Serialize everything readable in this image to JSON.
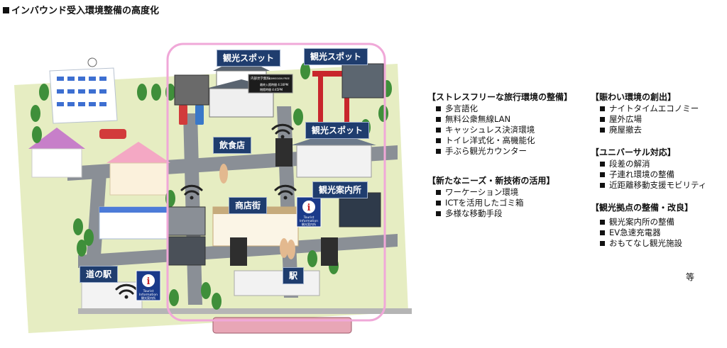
{
  "title": "インバウンド受入環境整備の高度化",
  "map": {
    "labels": {
      "spot1": "観光スポット",
      "spot2": "観光スポット",
      "spot3": "観光スポット",
      "restaurant": "飲食店",
      "info_center": "観光案内所",
      "shopping": "商店街",
      "michinoeki": "道の駅",
      "station": "駅"
    },
    "sign": {
      "line1": "内部見学無料",
      "line2": "ADMISSION FREE",
      "line3": "最終入館時間 4:30PM",
      "line4": "閉館時間 4:45PM"
    },
    "info_sign": {
      "letter": "i",
      "line1": "Tourist",
      "line2": "Information",
      "line3": "観光案内所"
    }
  },
  "sections": [
    {
      "heading": "【ストレスフリーな旅行環境の整備】",
      "items": [
        "多言語化",
        "無料公衆無線LAN",
        "キャッシュレス決済環境",
        "トイレ洋式化・高機能化",
        "手ぶら観光カウンター"
      ]
    },
    {
      "heading": "【新たなニーズ・新技術の活用】",
      "items": [
        "ワーケーション環境",
        "ICTを活用したゴミ箱",
        "多様な移動手段"
      ]
    },
    {
      "heading": "【賑わい環境の創出】",
      "items": [
        "ナイトタイムエコノミー",
        "屋外広場",
        "廃屋撤去"
      ]
    },
    {
      "heading": "【ユニバーサル対応】",
      "items": [
        "段差の解消",
        "子連れ環境の整備",
        "近距離移動支援モビリティ"
      ]
    },
    {
      "heading": "【観光拠点の整備・改良】",
      "items": [
        "観光案内所の整備",
        "EV急速充電器",
        "おもてなし観光施設"
      ]
    }
  ],
  "etc": "等",
  "colors": {
    "label_bg": "#1f3d6e",
    "highlight_border": "#f0a8d8",
    "ground": "#e6edc2",
    "road": "#8a8f96",
    "tree": "#3f8f3a",
    "train": "#e8a6b6"
  }
}
